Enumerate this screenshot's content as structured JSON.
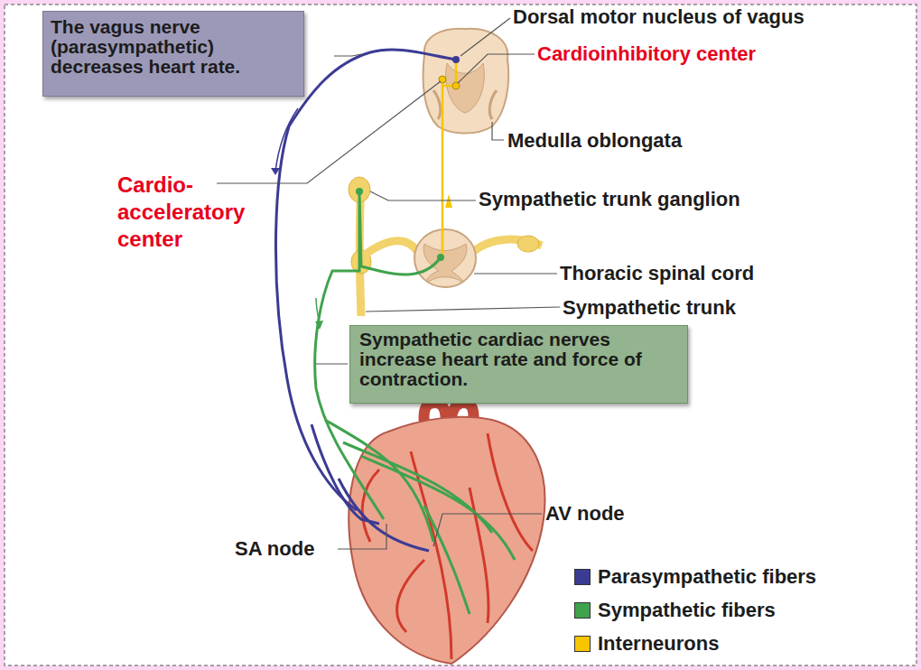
{
  "diagram": {
    "nodes": [
      {
        "text": [
          "The vagus nerve (parasympathetic) decreases heart rate."
        ]
      },
      {
        "text": [
          "Sympathetic cardiac nerves increase heart rate and force of contraction."
        ]
      }
    ],
    "labels": [
      "Dorsal motor nucleus of vagus",
      "Cardioinhibitory center",
      "Medulla oblongata",
      "Cardio- acceleratory center",
      "Sympathetic trunk ganglion",
      "Thoracic spinal cord",
      "Sympathetic trunk",
      "AV node",
      "SA node"
    ],
    "legend": [
      {
        "text": "Parasympathetic fibers",
        "color": "#3b3b94"
      },
      {
        "text": "Sympathetic fibers",
        "color": "#3fa34d"
      },
      {
        "text": "Interneurons",
        "color": "#f7c600"
      }
    ]
  }
}
